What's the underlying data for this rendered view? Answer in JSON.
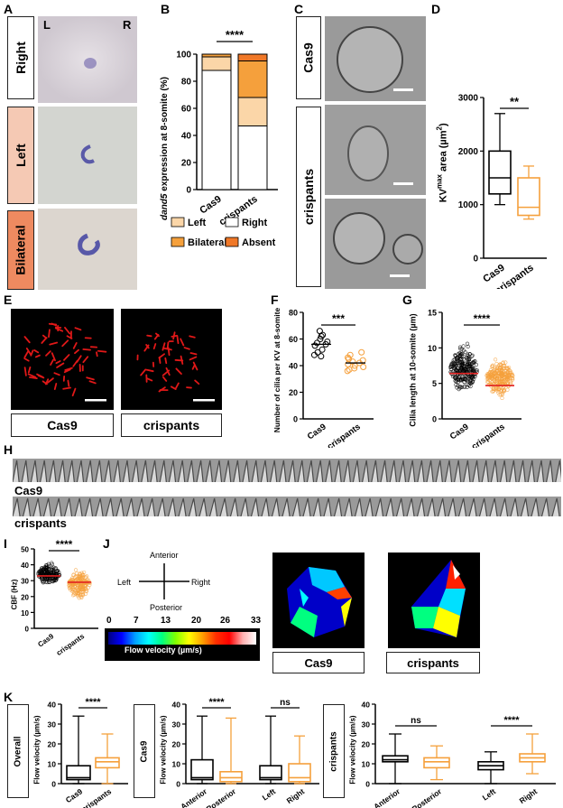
{
  "panels": {
    "A": "A",
    "B": "B",
    "C": "C",
    "D": "D",
    "E": "E",
    "F": "F",
    "G": "G",
    "H": "H",
    "I": "I",
    "J": "J",
    "K": "K"
  },
  "panelA": {
    "rows": [
      "Right",
      "Left",
      "Bilateral"
    ],
    "L": "L",
    "R": "R"
  },
  "panelB": {
    "ylabel_italic": "dand5",
    "ylabel_rest": " expression at 8-somite (%)",
    "sig": "****",
    "legend": {
      "left": "Left",
      "right": "Right",
      "bilateral": "Bilateral",
      "absent": "Absent"
    }
  },
  "panelC": {
    "rows": [
      "Cas9",
      "crispants"
    ]
  },
  "panelD": {
    "ylabel": "KV^max area (µm²)",
    "ylabel_main": "KV",
    "ylabel_sup": "max",
    "ylabel_tail": " area (µm",
    "ylabel_sq": "2",
    "ylabel_end": ")",
    "sig": "**"
  },
  "panelE": {
    "captions": [
      "Cas9",
      "crispants"
    ]
  },
  "panelF": {
    "ylabel": "Number of cilia per KV at 8-somite",
    "sig": "***"
  },
  "panelG": {
    "ylabel": "Cilia length at 10-somite (µm)",
    "sig": "****"
  },
  "panelH": {
    "labels": [
      "Cas9",
      "crispants"
    ]
  },
  "panelI": {
    "ylabel": "CBF (Hz)",
    "sig": "****"
  },
  "panelJ": {
    "compass": {
      "anterior": "Anterior",
      "posterior": "Posterior",
      "left": "Left",
      "right": "Right"
    },
    "scale_ticks": [
      "0",
      "7",
      "13",
      "20",
      "26",
      "33"
    ],
    "scale_label": "Flow velocity (µm/s)",
    "captions": [
      "Cas9",
      "crispants"
    ]
  },
  "panelK": {
    "side_labels": [
      "Overall",
      "Cas9",
      "crispants"
    ],
    "ylabel": "Flow velocity (µm/s)",
    "sig": [
      "****",
      "****",
      "ns",
      "ns",
      "****"
    ]
  },
  "colors": {
    "cas9": "#000000",
    "crispant": "#f5a03c",
    "absent": "#f07828",
    "bilateral": "#f5a03c",
    "left": "#fbd6a8",
    "right": "#ffffff",
    "median_red": "#e02020"
  },
  "chart_data": [
    {
      "id": "B",
      "type": "bar",
      "stacked": true,
      "categories": [
        "Cas9",
        "crispants"
      ],
      "series": [
        {
          "name": "Right",
          "values": [
            88,
            47
          ]
        },
        {
          "name": "Left",
          "values": [
            10,
            21
          ]
        },
        {
          "name": "Bilateral",
          "values": [
            2,
            27
          ]
        },
        {
          "name": "Absent",
          "values": [
            0,
            5
          ]
        }
      ],
      "ylim": [
        0,
        100
      ],
      "yticks": [
        "0",
        "20",
        "40",
        "60",
        "80",
        "100"
      ]
    },
    {
      "id": "D",
      "type": "box",
      "categories": [
        "Cas9",
        "crispants"
      ],
      "series": [
        {
          "name": "Cas9",
          "values": {
            "min": 1000,
            "q1": 1200,
            "median": 1500,
            "q3": 2000,
            "max": 2700
          }
        },
        {
          "name": "crispants",
          "values": {
            "min": 730,
            "q1": 800,
            "median": 950,
            "q3": 1500,
            "max": 1720
          }
        }
      ],
      "ylim": [
        0,
        3000
      ],
      "yticks": [
        "0",
        "1000",
        "2000",
        "3000"
      ]
    },
    {
      "id": "F",
      "type": "scatter",
      "categories": [
        "Cas9",
        "crispants"
      ],
      "series": [
        {
          "name": "Cas9",
          "values": [
            47,
            52,
            55,
            57,
            60,
            62,
            48,
            58,
            63,
            66,
            50,
            56
          ],
          "mean": 56
        },
        {
          "name": "crispants",
          "values": [
            36,
            38,
            40,
            41,
            42,
            43,
            44,
            45,
            46,
            48,
            50,
            39,
            37
          ],
          "mean": 42
        }
      ],
      "ylim": [
        0,
        80
      ],
      "yticks": [
        "0",
        "20",
        "40",
        "60",
        "80"
      ]
    },
    {
      "id": "G",
      "type": "scatter",
      "categories": [
        "Cas9",
        "crispants"
      ],
      "series": [
        {
          "name": "Cas9",
          "range": [
            3,
            11
          ],
          "median": 6.4
        },
        {
          "name": "crispants",
          "range": [
            2.5,
            9
          ],
          "median": 4.7
        }
      ],
      "ylim": [
        0,
        15
      ],
      "yticks": [
        "0",
        "5",
        "10",
        "15"
      ]
    },
    {
      "id": "I",
      "type": "scatter",
      "categories": [
        "Cas9",
        "crispants"
      ],
      "series": [
        {
          "name": "Cas9",
          "range": [
            26,
            42
          ],
          "median": 33
        },
        {
          "name": "crispants",
          "range": [
            16,
            39
          ],
          "median": 29
        }
      ],
      "ylim": [
        0,
        50
      ],
      "yticks": [
        "0",
        "10",
        "20",
        "30",
        "40",
        "50"
      ]
    },
    {
      "id": "K1",
      "type": "box",
      "categories": [
        "Cas9",
        "crispants"
      ],
      "series": [
        {
          "name": "Cas9",
          "values": {
            "min": 0,
            "q1": 2,
            "median": 3,
            "q3": 9,
            "max": 34
          }
        },
        {
          "name": "crispants",
          "values": {
            "min": 0,
            "q1": 8,
            "median": 11,
            "q3": 13,
            "max": 25
          }
        }
      ],
      "ylim": [
        0,
        40
      ],
      "yticks": [
        "0",
        "10",
        "20",
        "30",
        "40"
      ]
    },
    {
      "id": "K2",
      "type": "box",
      "categories": [
        "Anterior",
        "Posterior",
        "Left",
        "Right"
      ],
      "series": [
        {
          "name": "Anterior",
          "values": {
            "min": 0,
            "q1": 2,
            "median": 3,
            "q3": 12,
            "max": 34
          }
        },
        {
          "name": "Posterior",
          "values": {
            "min": 0,
            "q1": 1,
            "median": 3,
            "q3": 6,
            "max": 33
          }
        },
        {
          "name": "Left",
          "values": {
            "min": 0,
            "q1": 2,
            "median": 3,
            "q3": 9,
            "max": 34
          }
        },
        {
          "name": "Right",
          "values": {
            "min": 0,
            "q1": 1,
            "median": 3,
            "q3": 10,
            "max": 24
          }
        }
      ],
      "ylim": [
        0,
        40
      ],
      "yticks": [
        "0",
        "10",
        "20",
        "30",
        "40"
      ]
    },
    {
      "id": "K3",
      "type": "box",
      "categories": [
        "Anterior",
        "Posterior",
        "Left",
        "Right"
      ],
      "series": [
        {
          "name": "Anterior",
          "values": {
            "min": 0,
            "q1": 11,
            "median": 12,
            "q3": 14,
            "max": 25
          }
        },
        {
          "name": "Posterior",
          "values": {
            "min": 2,
            "q1": 8,
            "median": 11,
            "q3": 13,
            "max": 19
          }
        },
        {
          "name": "Left",
          "values": {
            "min": 0,
            "q1": 7,
            "median": 9,
            "q3": 11,
            "max": 16
          }
        },
        {
          "name": "Right",
          "values": {
            "min": 5,
            "q1": 11,
            "median": 13,
            "q3": 15,
            "max": 25
          }
        }
      ],
      "ylim": [
        0,
        40
      ],
      "yticks": [
        "0",
        "10",
        "20",
        "30",
        "40"
      ]
    }
  ]
}
